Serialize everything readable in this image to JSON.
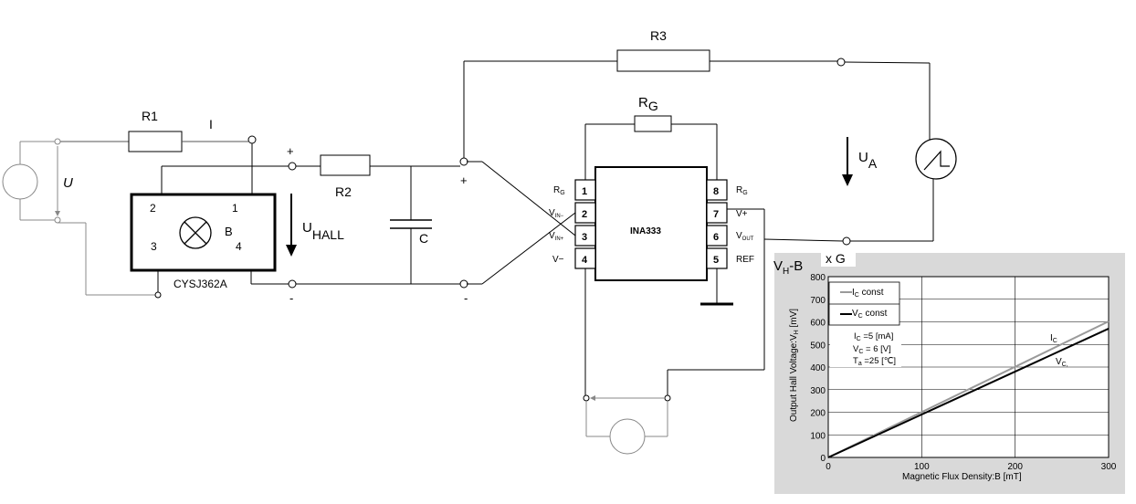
{
  "circuit": {
    "labels": {
      "r1": "R1",
      "r2": "R2",
      "r3": "R3",
      "rg_top": "R",
      "rg_top_sub": "G",
      "current": "I",
      "u_left": "U",
      "u_hall": "U",
      "u_hall_sub": "HALL",
      "u_a": "U",
      "u_a_sub": "A",
      "cap": "C",
      "plus1": "+",
      "plus2": "+",
      "minus1": "-",
      "minus2": "-",
      "sensor_b": "B",
      "sensor_name": "CYSJ362A",
      "sensor_pins": [
        "2",
        "1",
        "3",
        "4"
      ]
    },
    "chip": {
      "name": "INA333",
      "left_pins": [
        {
          "num": "1",
          "main": "R",
          "sub": "G"
        },
        {
          "num": "2",
          "main": "V",
          "sub": "IN−"
        },
        {
          "num": "3",
          "main": "V",
          "sub": "IN+"
        },
        {
          "num": "4",
          "main": "V−",
          "sub": ""
        }
      ],
      "right_pins": [
        {
          "num": "8",
          "main": "R",
          "sub": "G"
        },
        {
          "num": "7",
          "main": "V+",
          "sub": ""
        },
        {
          "num": "6",
          "main": "V",
          "sub": "OUT"
        },
        {
          "num": "5",
          "main": "REF",
          "sub": ""
        }
      ]
    }
  },
  "inset": {
    "title_main": "V",
    "title_sub": "H",
    "title_rest": "-B",
    "gain_label": "x G",
    "legend": [
      {
        "main": "I",
        "sub": "C",
        "rest": " const",
        "color": "#9a9a9a"
      },
      {
        "main": "V",
        "sub": "C",
        "rest": " const",
        "color": "#000000"
      }
    ],
    "conditions": [
      {
        "main": "I",
        "sub": "C",
        "rest": "  =5 [mA]"
      },
      {
        "main": "V",
        "sub": "C",
        "rest": "  = 6  [V]"
      },
      {
        "main": "T",
        "sub": "a",
        "rest": "  =25 [℃]"
      }
    ],
    "series_labels": [
      {
        "main": "I",
        "sub": "C"
      },
      {
        "main": "V",
        "sub": "C,"
      }
    ]
  },
  "chart_data": {
    "type": "line",
    "xlabel": "Magnetic Flux Density:B [mT]",
    "ylabel": "Output Hall Voltage:V",
    "ylabel_sub": "H",
    "ylabel_unit": " [mV]",
    "xlim": [
      0,
      300
    ],
    "ylim": [
      0,
      800
    ],
    "xticks": [
      0,
      100,
      200,
      300
    ],
    "yticks": [
      0,
      100,
      200,
      300,
      400,
      500,
      600,
      700,
      800
    ],
    "grid": true,
    "legend_position": "top-left",
    "series": [
      {
        "name": "Ic const",
        "color": "#9a9a9a",
        "x": [
          0,
          300
        ],
        "y": [
          0,
          602
        ]
      },
      {
        "name": "Vc const",
        "color": "#000000",
        "x": [
          0,
          300
        ],
        "y": [
          0,
          570
        ]
      }
    ]
  }
}
